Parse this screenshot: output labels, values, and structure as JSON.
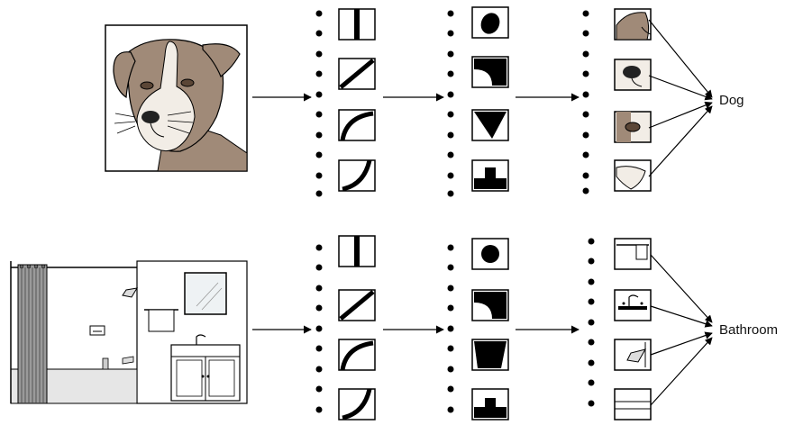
{
  "rows": [
    {
      "id": "dog",
      "label": "Dog",
      "input_image": "dog-portrait",
      "layer1_features": [
        "vertical-bar",
        "diagonal-line",
        "curve-up-left",
        "curve-up-right"
      ],
      "layer2_features": [
        "round-blob",
        "corner-shape",
        "wedge-shape",
        "step-shape"
      ],
      "layer3_features": [
        "dog-ear",
        "dog-nose",
        "dog-eye",
        "dog-mouth"
      ]
    },
    {
      "id": "bathroom",
      "label": "Bathroom",
      "input_image": "bathroom-scene",
      "layer1_features": [
        "vertical-bar",
        "diagonal-line",
        "curve-up-left",
        "curve-up-right"
      ],
      "layer2_features": [
        "round-blob",
        "corner-shape",
        "cup-shape",
        "step-shape"
      ],
      "layer3_features": [
        "towel-bar",
        "sink-faucet",
        "shower-head",
        "cabinet"
      ]
    }
  ],
  "colors": {
    "dog_fur": "#a08a78",
    "dog_light": "#f2ede6",
    "tub": "#e6e6e6",
    "ink": "#000000"
  }
}
